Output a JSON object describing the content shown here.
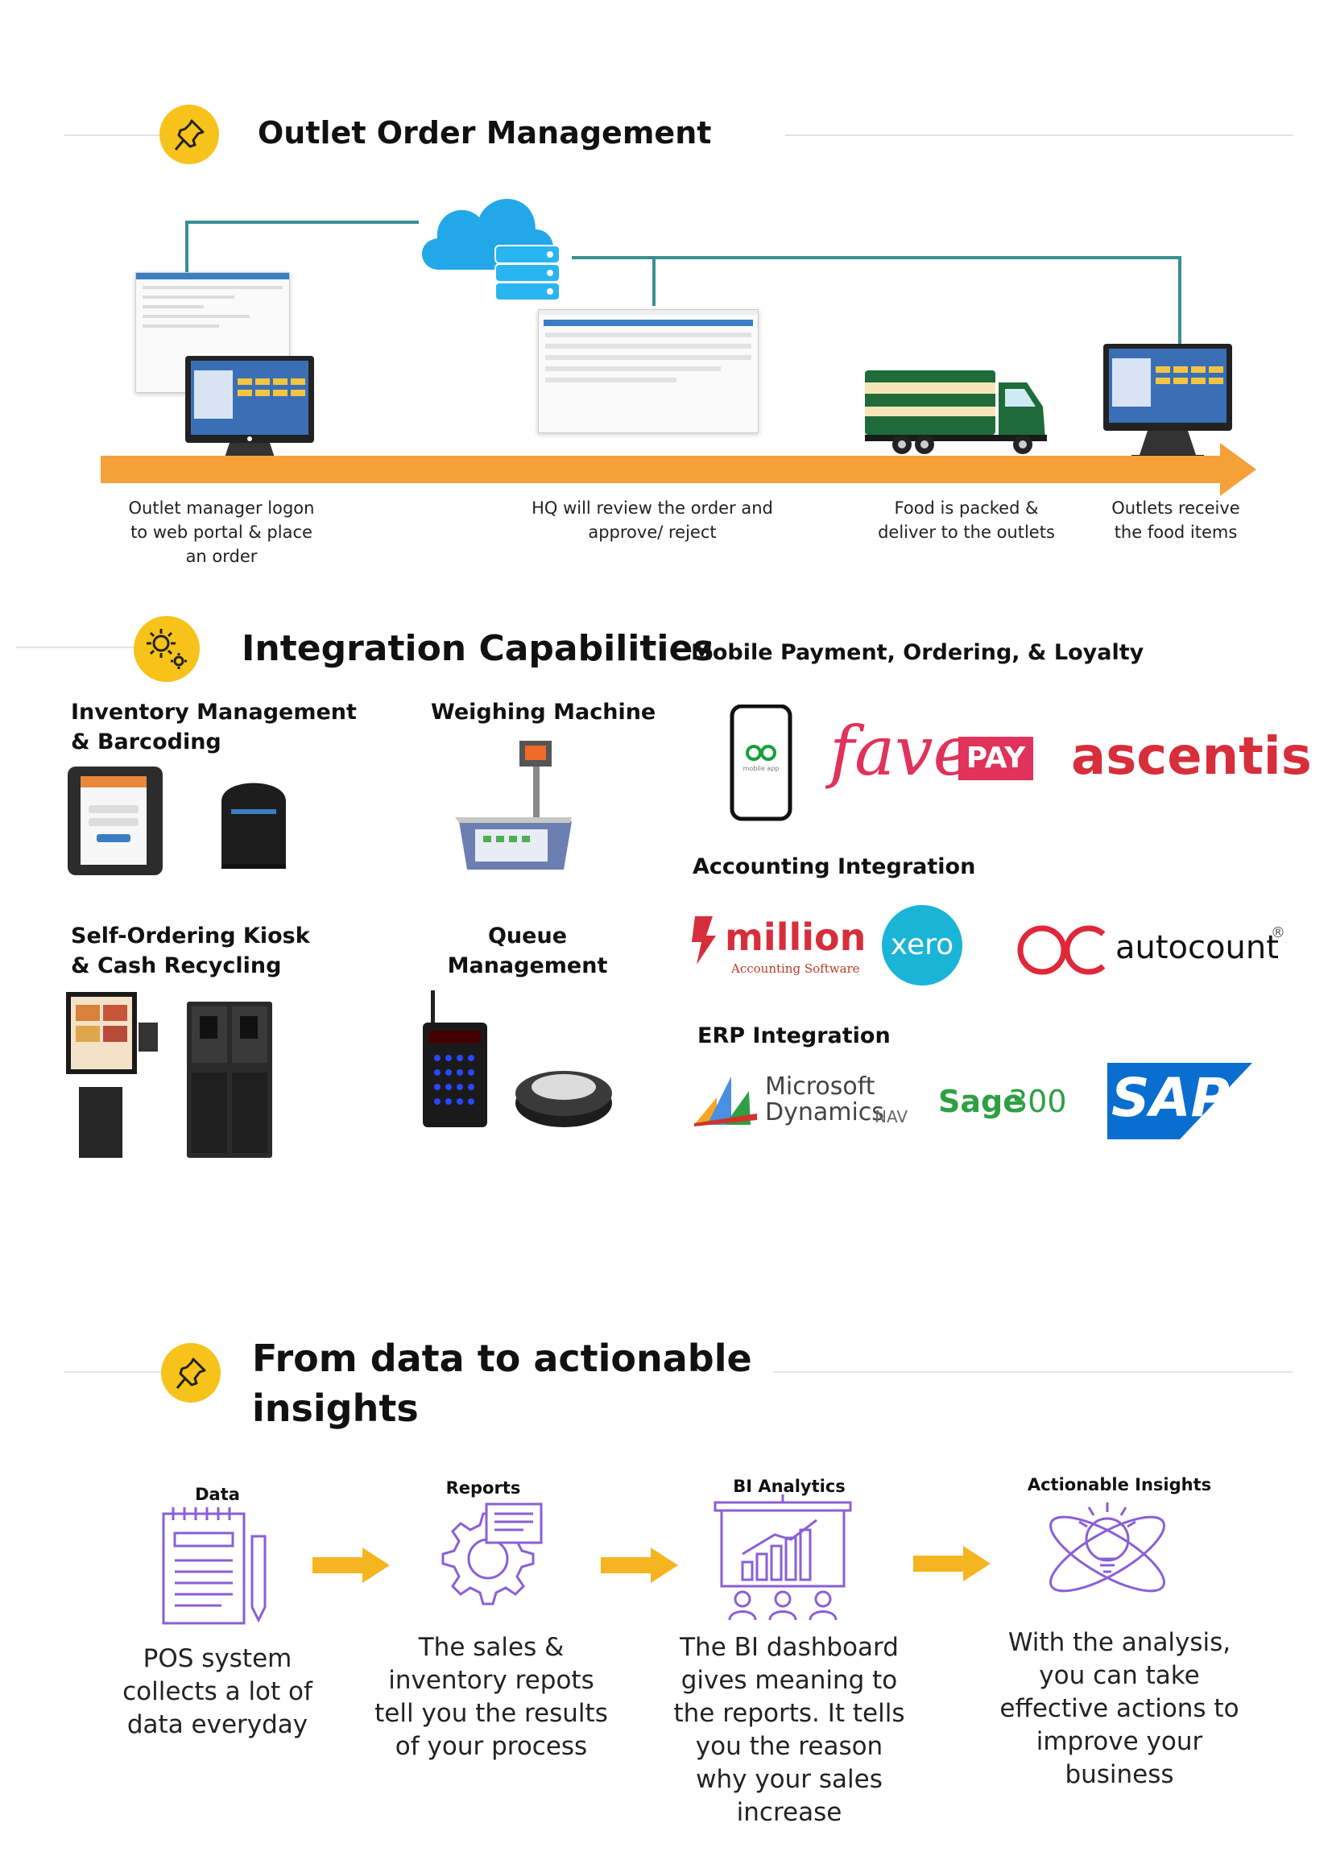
{
  "section1": {
    "title": "Outlet Order Management",
    "steps": [
      {
        "caption": "Outlet manager logon\nto web portal & place\nan order"
      },
      {
        "caption": "HQ will review the order and\napprove/ reject"
      },
      {
        "caption": "Food is packed &\ndeliver to the outlets"
      },
      {
        "caption": "Outlets receive\nthe food items"
      }
    ],
    "icons": [
      "pin-icon",
      "cloud-server-icon",
      "pos-terminal-icon",
      "delivery-truck-icon",
      "arrow-icon"
    ]
  },
  "section2": {
    "title": "Integration Capabilities",
    "left": {
      "inventory": "Inventory Management\n& Barcoding",
      "weighing": "Weighing Machine",
      "kiosk": "Self-Ordering Kiosk\n& Cash Recycling",
      "queue": "Queue\nManagement"
    },
    "right": {
      "mobile_title": "Mobile Payment, Ordering, & Loyalty",
      "accounting_title": "Accounting Integration",
      "erp_title": "ERP Integration",
      "logos": {
        "mobile_app_text": "mobile app",
        "fave": "fave",
        "fave_pay": "PAY",
        "ascentis": "ascentis",
        "million": "million",
        "million_sub": "Accounting Software",
        "xero": "xero",
        "autocount": "autocount",
        "registered": "®",
        "microsoft": "Microsoft",
        "dynamics": "Dynamics",
        "nav": "NAV",
        "sage": "Sage",
        "sage_num": "300",
        "sap": "SAP"
      }
    }
  },
  "section3": {
    "title_line1": "From data to actionable",
    "title_line2": "insights",
    "steps": [
      {
        "label": "Data",
        "desc": "POS system\ncollects a lot of\ndata everyday"
      },
      {
        "label": "Reports",
        "desc": "The sales &\ninventory repots\ntell you the results\nof your process"
      },
      {
        "label": "BI Analytics",
        "desc": "The BI dashboard\ngives meaning to\nthe reports. It tells\nyou the reason\nwhy your sales\nincrease"
      },
      {
        "label": "Actionable Insights",
        "desc": "With the analysis,\nyou can take\neffective actions to\nimprove your\nbusiness"
      }
    ]
  },
  "colors": {
    "badge": "#f7c21a",
    "orange_arrow": "#f6a03a",
    "teal_line": "#3a8f93",
    "fave": "#e0325a",
    "ascentis": "#d62f3b",
    "xero": "#1ab4d7",
    "sap": "#0a6ed1",
    "purple_icon": "#8a5fd6",
    "yellow_arrow": "#f5b521"
  }
}
